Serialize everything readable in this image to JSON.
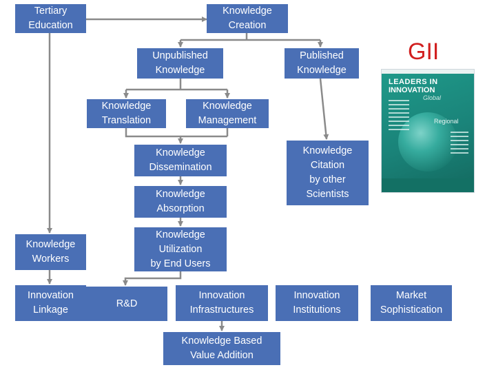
{
  "nodes": {
    "tertiary_education": "Tertiary\nEducation",
    "knowledge_creation": "Knowledge\nCreation",
    "unpublished_knowledge": "Unpublished\nKnowledge",
    "published_knowledge": "Published\nKnowledge",
    "knowledge_translation": "Knowledge\nTranslation",
    "knowledge_management": "Knowledge\nManagement",
    "knowledge_dissemination": "Knowledge\nDissemination",
    "knowledge_citation": "Knowledge\nCitation\nby other\nScientists",
    "knowledge_absorption": "Knowledge\nAbsorption",
    "knowledge_workers": "Knowledge\nWorkers",
    "knowledge_utilization": "Knowledge\nUtilization\nby End Users",
    "innovation_linkage": "Innovation\nLinkage",
    "rnd": "R&D",
    "innovation_infrastructures": "Innovation\nInfrastructures",
    "innovation_institutions": "Innovation\nInstitutions",
    "market_sophistication": "Market\nSophistication",
    "knowledge_value_addition": "Knowledge Based\nValue Addition"
  },
  "gii": {
    "title": "GII",
    "cover_line1": "LEADERS IN",
    "cover_line2": "INNOVATION",
    "cover_line3": "Global",
    "cover_line4": "Regional"
  },
  "colors": {
    "box": "#4a6fb5",
    "text": "#ffffff",
    "line": "#8a8a8a",
    "gii_title": "#d11f1f"
  }
}
